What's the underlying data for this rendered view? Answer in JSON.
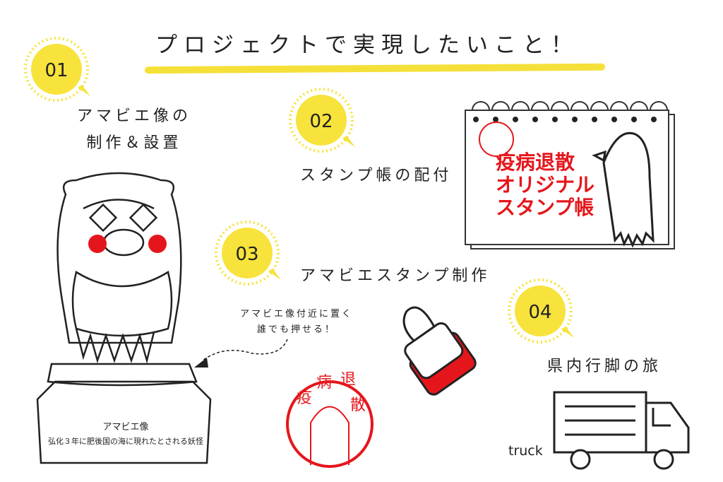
{
  "title": "プロジェクトで実現したいこと！",
  "steps": [
    {
      "number": "01",
      "label_lines": [
        "アマビエ像の",
        "制作＆設置"
      ]
    },
    {
      "number": "02",
      "label": "スタンプ帳の配付"
    },
    {
      "number": "03",
      "label": "アマビエスタンプ制作"
    },
    {
      "number": "04",
      "label": "県内行脚の旅"
    }
  ],
  "notebook": {
    "lines": [
      "疫病退散",
      "オリジナル",
      "スタンプ帳"
    ]
  },
  "annotation": {
    "lines": [
      "アマビエ像付近に置く",
      "誰でも押せる！"
    ]
  },
  "pedestal": {
    "heading": "アマビエ像",
    "caption": "弘化３年に肥後国の海に現れたとされる妖怪"
  },
  "stamp": {
    "chars": [
      "疫",
      "病",
      "退",
      "散"
    ]
  },
  "truck_label": "truck",
  "colors": {
    "yellow": "#f7e33b",
    "red": "#e5161b",
    "ink": "#222222"
  }
}
